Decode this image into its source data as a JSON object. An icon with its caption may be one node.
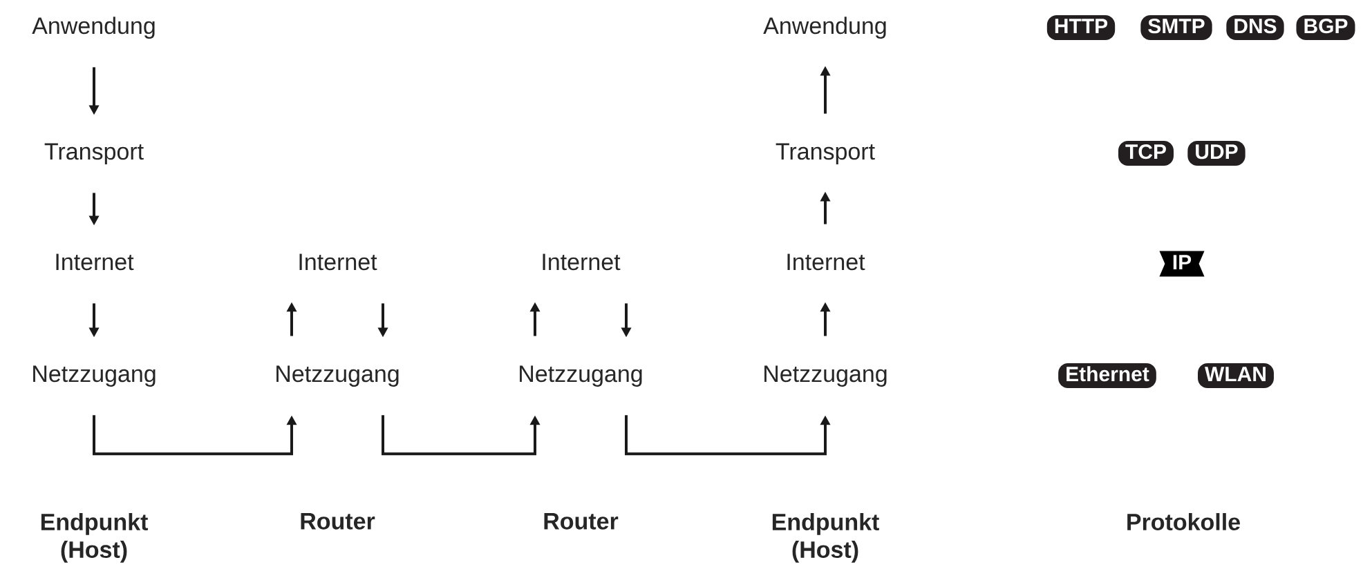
{
  "diagram": {
    "nodes": [
      {
        "text": [
          "Anwendung"
        ]
      },
      {
        "text": [
          "Transport"
        ]
      },
      {
        "text": [
          "Internet"
        ]
      },
      {
        "text": [
          "Netzzugang"
        ]
      },
      {
        "text": [
          "Internet"
        ]
      },
      {
        "text": [
          "Netzzugang"
        ]
      },
      {
        "text": [
          "Internet"
        ]
      },
      {
        "text": [
          "Netzzugang"
        ]
      },
      {
        "text": [
          "Anwendung"
        ]
      },
      {
        "text": [
          "Transport"
        ]
      },
      {
        "text": [
          "Internet"
        ]
      },
      {
        "text": [
          "Netzzugang"
        ]
      },
      {
        "text": [
          "HTTP"
        ]
      },
      {
        "text": [
          "SMTP"
        ]
      },
      {
        "text": [
          "DNS"
        ]
      },
      {
        "text": [
          "BGP"
        ]
      },
      {
        "text": [
          "TCP"
        ]
      },
      {
        "text": [
          "UDP"
        ]
      },
      {
        "text": [
          "IP"
        ]
      },
      {
        "text": [
          "Ethernet"
        ]
      },
      {
        "text": [
          "WLAN"
        ]
      }
    ],
    "edges": [
      {
        "from": 0,
        "to": 1,
        "arrow": "to"
      },
      {
        "from": 1,
        "to": 2,
        "arrow": "to"
      },
      {
        "from": 2,
        "to": 3,
        "arrow": "to"
      },
      {
        "from": 3,
        "to": 5,
        "arrow": "to"
      },
      {
        "from": 5,
        "to": 4,
        "arrow": "to"
      },
      {
        "from": 4,
        "to": 5,
        "arrow": "to"
      },
      {
        "from": 5,
        "to": 7,
        "arrow": "to"
      },
      {
        "from": 7,
        "to": 6,
        "arrow": "to"
      },
      {
        "from": 6,
        "to": 7,
        "arrow": "to"
      },
      {
        "from": 7,
        "to": 11,
        "arrow": "to"
      },
      {
        "from": 11,
        "to": 10,
        "arrow": "to"
      },
      {
        "from": 10,
        "to": 9,
        "arrow": "to"
      },
      {
        "from": 9,
        "to": 8,
        "arrow": "to"
      }
    ],
    "labels": [
      "Endpunkt (Host)",
      "Router",
      "Router",
      "Endpunkt (Host)",
      "Protokolle"
    ]
  }
}
